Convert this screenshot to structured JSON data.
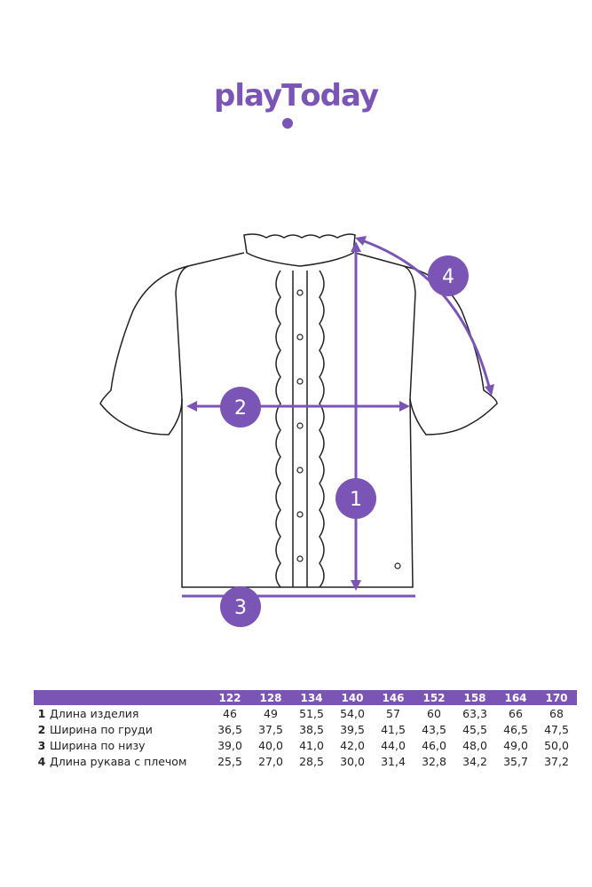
{
  "brand": {
    "logo_text": "playToday",
    "color": "#7b55b5"
  },
  "diagram": {
    "markers": [
      {
        "id": "1",
        "meaning": "Длина изделия"
      },
      {
        "id": "2",
        "meaning": "Ширина по груди"
      },
      {
        "id": "3",
        "meaning": "Ширина по низу"
      },
      {
        "id": "4",
        "meaning": "Длина рукава с плечом"
      }
    ]
  },
  "size_table": {
    "sizes": [
      "122",
      "128",
      "134",
      "140",
      "146",
      "152",
      "158",
      "164",
      "170"
    ],
    "rows": [
      {
        "num": "1",
        "label": "Длина изделия",
        "values": [
          "46",
          "49",
          "51,5",
          "54,0",
          "57",
          "60",
          "63,3",
          "66",
          "68"
        ]
      },
      {
        "num": "2",
        "label": "Ширина по груди",
        "values": [
          "36,5",
          "37,5",
          "38,5",
          "39,5",
          "41,5",
          "43,5",
          "45,5",
          "46,5",
          "47,5"
        ]
      },
      {
        "num": "3",
        "label": "Ширина по низу",
        "values": [
          "39,0",
          "40,0",
          "41,0",
          "42,0",
          "44,0",
          "46,0",
          "48,0",
          "49,0",
          "50,0"
        ]
      },
      {
        "num": "4",
        "label": "Длина рукава с плечом",
        "values": [
          "25,5",
          "27,0",
          "28,5",
          "30,0",
          "31,4",
          "32,8",
          "34,2",
          "35,7",
          "37,2"
        ]
      }
    ]
  }
}
